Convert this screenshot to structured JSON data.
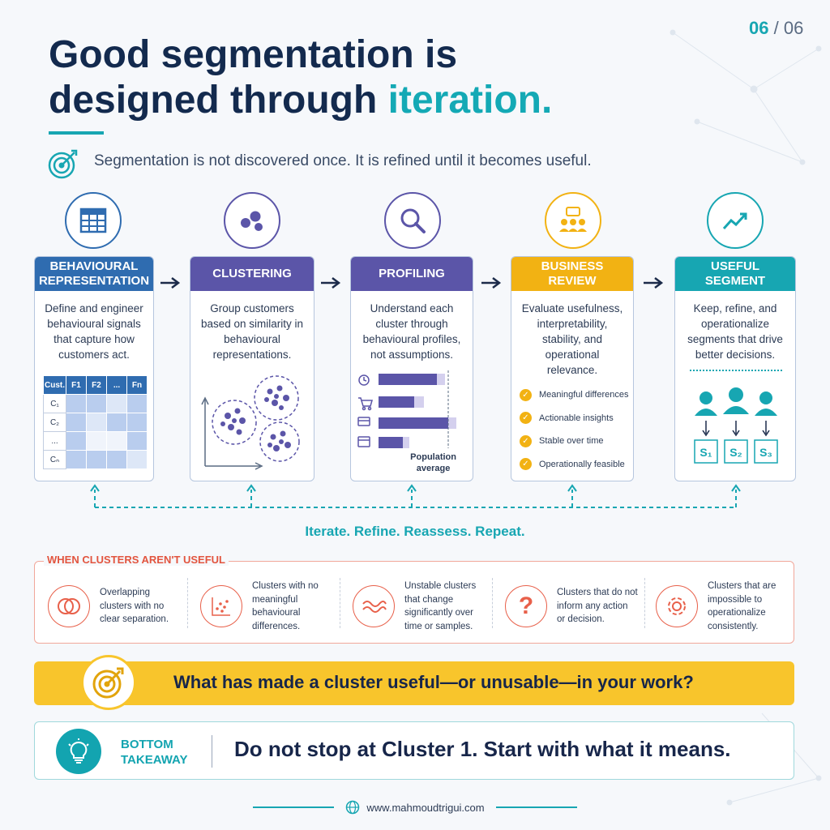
{
  "page": {
    "current": "06",
    "separator": "/",
    "total": "06"
  },
  "title": {
    "line1": "Good segmentation is",
    "line2_prefix": "designed through ",
    "line2_accent": "iteration."
  },
  "subtitle": "Segmentation is not discovered once. It is refined until it becomes useful.",
  "colors": {
    "blue": "#2f6cb0",
    "purple": "#5b55a8",
    "yellow": "#f2b213",
    "teal": "#17a6b2",
    "red": "#e8604a"
  },
  "steps": [
    {
      "icon": "table-icon",
      "title_line1": "BEHAVIOURAL",
      "title_line2": "REPRESENTATION",
      "desc": "Define and engineer behavioural signals that capture how customers act."
    },
    {
      "icon": "clusters-icon",
      "title_line1": "CLUSTERING",
      "title_line2": "",
      "desc": "Group customers based on similarity in behavioural representations."
    },
    {
      "icon": "magnifier-icon",
      "title_line1": "PROFILING",
      "title_line2": "",
      "desc": "Understand each cluster through behavioural profiles, not assumptions."
    },
    {
      "icon": "team-icon",
      "title_line1": "BUSINESS",
      "title_line2": "REVIEW",
      "desc": "Evaluate usefulness, interpretability, stability, and operational relevance."
    },
    {
      "icon": "growth-icon",
      "title_line1": "USEFUL",
      "title_line2": "SEGMENT",
      "desc": "Keep, refine, and operationalize segments that drive better decisions."
    }
  ],
  "feature_table": {
    "headers": [
      "Cust.",
      "F1",
      "F2",
      "...",
      "Fn"
    ],
    "rows": [
      "C₁",
      "C₂",
      "...",
      "Cₙ"
    ]
  },
  "profile_chart": {
    "label_line1": "Population",
    "label_line2": "average"
  },
  "review_checks": [
    "Meaningful differences",
    "Actionable insights",
    "Stable over time",
    "Operationally feasible"
  ],
  "segments": [
    "S₁",
    "S₂",
    "S₃"
  ],
  "loop_text": "Iterate. Refine. Reassess. Repeat.",
  "warning": {
    "label": "WHEN CLUSTERS AREN'T USEFUL",
    "items": [
      {
        "icon": "overlap-icon",
        "text": "Overlapping clusters with no clear separation."
      },
      {
        "icon": "scatter-icon",
        "text": "Clusters with no meaningful behavioural differences."
      },
      {
        "icon": "wave-icon",
        "text": "Unstable clusters that change significantly over time or samples."
      },
      {
        "icon": "question-icon",
        "text": "Clusters that do not inform any action or decision."
      },
      {
        "icon": "gear-icon",
        "text": "Clusters that are impossible to operationalize consistently."
      }
    ]
  },
  "question": "What has made a cluster useful—or unusable—in your work?",
  "takeaway": {
    "label_line1": "BOTTOM",
    "label_line2": "TAKEAWAY",
    "text": "Do not stop at Cluster 1. Start with what it means."
  },
  "footer": {
    "url": "www.mahmoudtrigui.com"
  }
}
